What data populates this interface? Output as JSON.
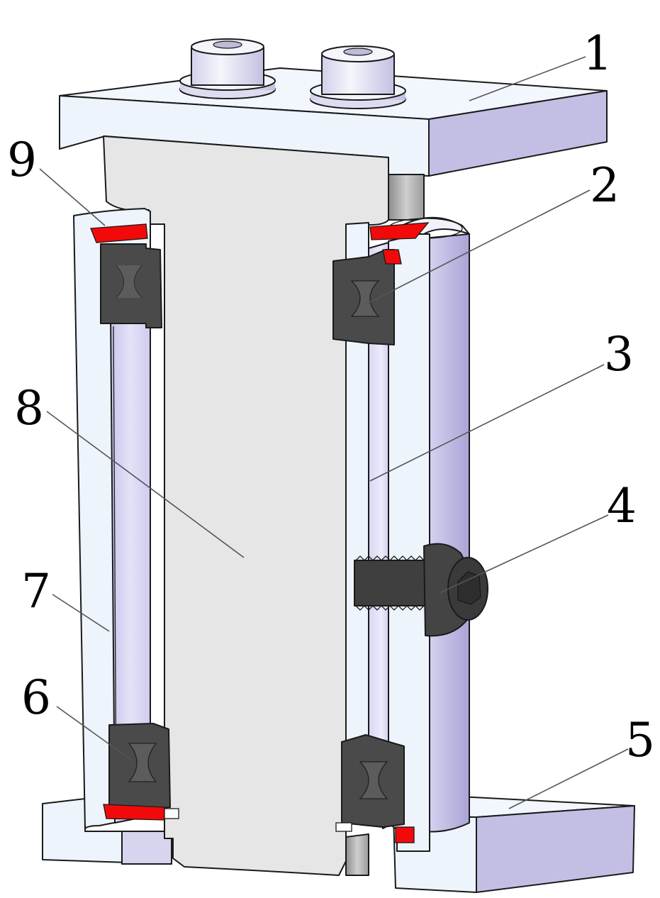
{
  "colors": {
    "plate_face": "#eef4fc",
    "plate_side": "#c3bfe4",
    "plate_top": "#f2f6fd",
    "cylinder_light": "#eef0fc",
    "cylinder_mid": "#cfcbee",
    "cylinder_dark": "#b6b0dc",
    "cap_light": "#f3f4fb",
    "cap_shade": "#c9c7e3",
    "section_face": "#e6e6e6",
    "housing_face": "#eef4fc",
    "seal_dark": "#4a4a4a",
    "seal_mid": "#5c5c5c",
    "wiper_red": "#f20a0a",
    "screw_dark": "#3f3f3f",
    "line": "#1a1a1a",
    "leader": "#555555"
  },
  "labels": [
    {
      "id": "1",
      "text": "1"
    },
    {
      "id": "2",
      "text": "2"
    },
    {
      "id": "3",
      "text": "3"
    },
    {
      "id": "4",
      "text": "4"
    },
    {
      "id": "5",
      "text": "5"
    },
    {
      "id": "6",
      "text": "6"
    },
    {
      "id": "7",
      "text": "7"
    },
    {
      "id": "8",
      "text": "8"
    },
    {
      "id": "9",
      "text": "9"
    }
  ]
}
